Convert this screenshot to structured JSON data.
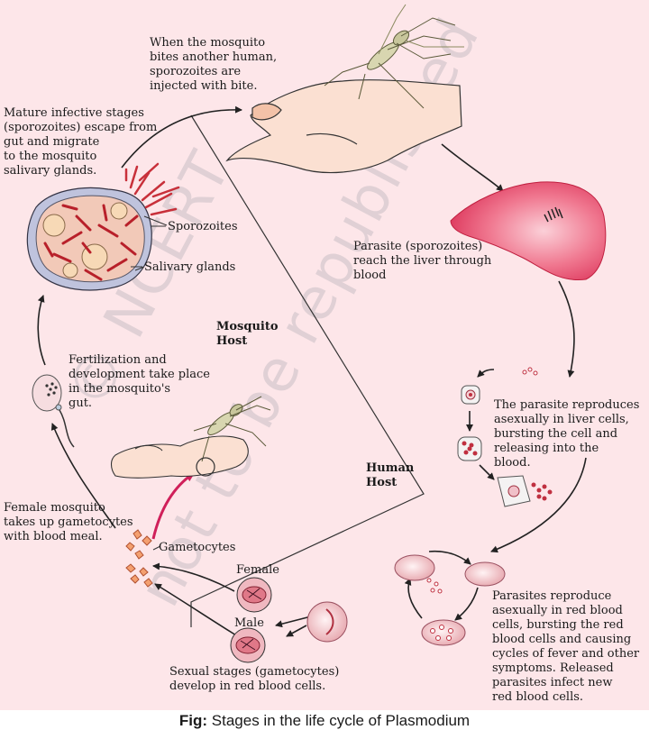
{
  "labels": {
    "bite": "When the mosquito\nbites another human,\nsporozoites are\ninjected with bite.",
    "mature": "Mature infective stages\n(sporozoites) escape from\ngut and migrate\nto the mosquito\nsalivary glands.",
    "sporozoites": "Sporozoites",
    "salivary": "Salivary glands",
    "liver": "Parasite (sporozoites)\nreach the liver through\nblood",
    "mosquito_host": "Mosquito\nHost",
    "human_host": "Human\nHost",
    "fertilization": "Fertilization and\ndevelopment take place\nin the mosquito's\ngut.",
    "liver_cells": "The parasite reproduces\nasexually in liver cells,\nbursting the cell and\nreleasing into the\nblood.",
    "female_mosquito": "Female mosquito\ntakes up gametocytes\nwith blood meal.",
    "gametocytes": "Gametocytes",
    "female": "Female",
    "male": "Male",
    "rbc": "Parasites reproduce\nasexually in red blood\ncells, bursting the red\nblood cells and causing\ncycles of fever and other\nsymptoms. Released\nparasites infect new\nred blood cells.",
    "sexual": "Sexual stages (gametocytes)\ndevelop in red blood cells."
  },
  "watermark": "© NCERT",
  "watermark2": "not to be republished",
  "caption": {
    "prefix": "Fig:",
    "text": " Stages in the life cycle of Plasmodium"
  },
  "colors": {
    "background": "#fde6e9",
    "cell_red": "#d8a0a8",
    "parasite": "#c0303a",
    "liver": "#ee5570"
  }
}
